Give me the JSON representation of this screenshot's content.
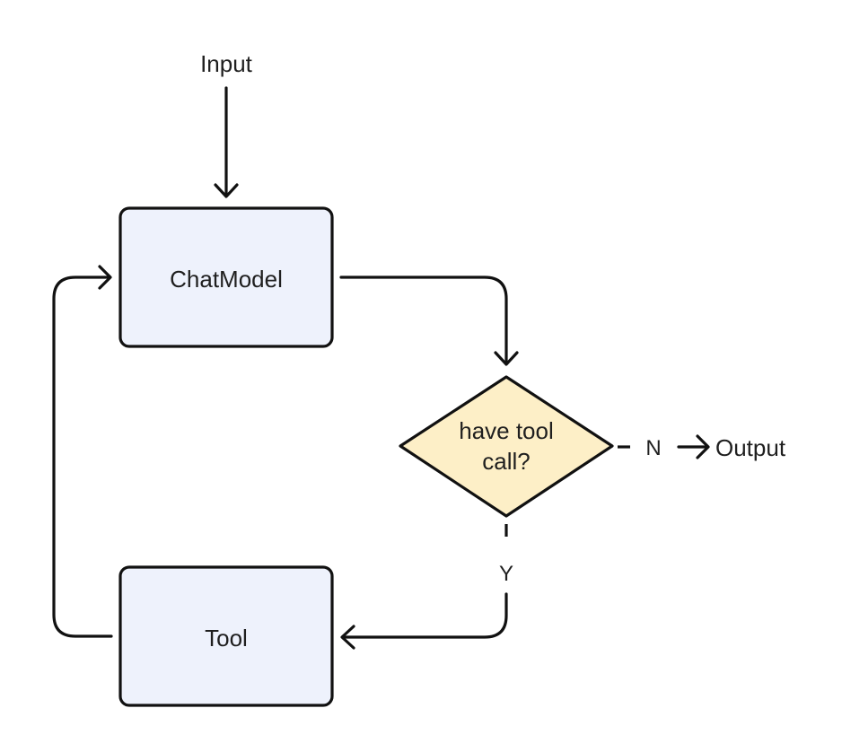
{
  "diagram": {
    "input_label": "Input",
    "output_label": "Output",
    "nodes": {
      "chatmodel": {
        "label": "ChatModel",
        "fill": "#eef2fc"
      },
      "decision": {
        "line1": "have tool",
        "line2": "call?",
        "fill": "#fdefc7"
      },
      "tool": {
        "label": "Tool",
        "fill": "#eef2fc"
      }
    },
    "edge_labels": {
      "no": "N",
      "yes": "Y"
    }
  }
}
